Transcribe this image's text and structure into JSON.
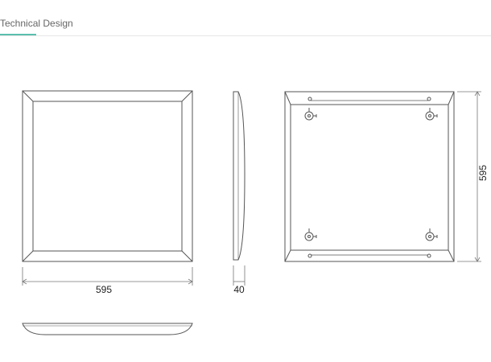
{
  "tabs": {
    "active_label": "Technical Design",
    "accent_color": "#5bbfad"
  },
  "drawing": {
    "front_view": {
      "width_label": "595"
    },
    "side_view": {
      "depth_label": "40"
    },
    "back_view": {
      "height_label": "595"
    }
  }
}
